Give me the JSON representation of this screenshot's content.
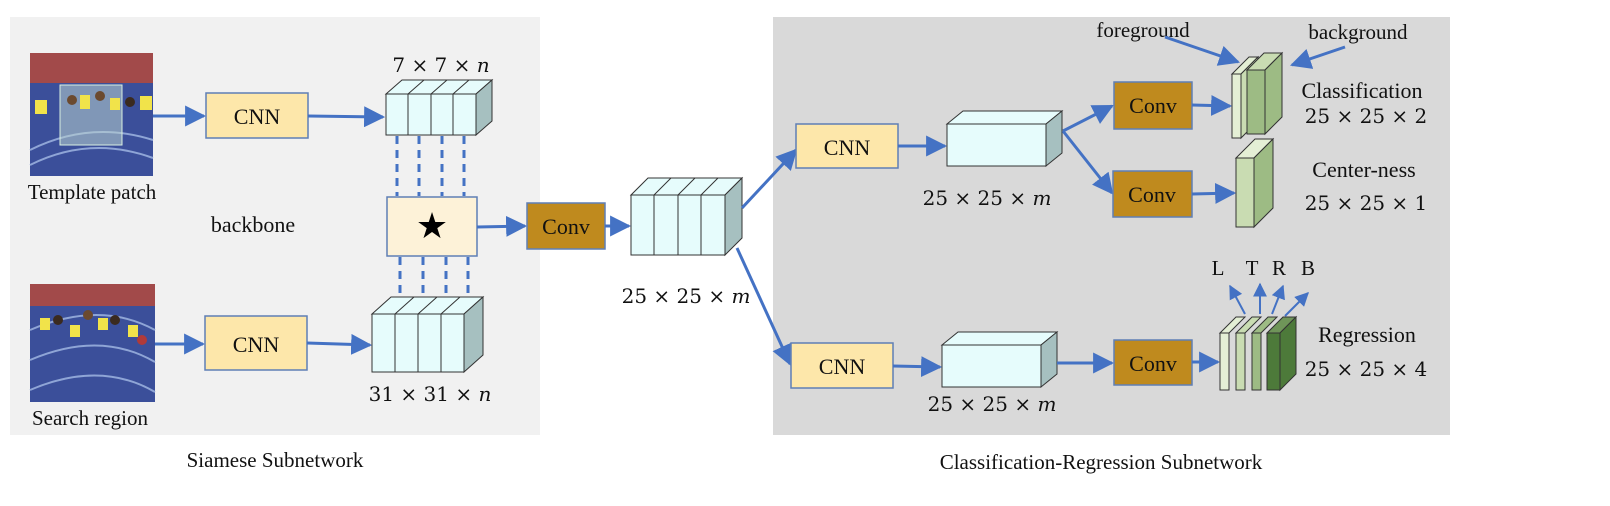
{
  "colors": {
    "panel_left": "#f1f1f1",
    "panel_right": "#d9d9d9",
    "cnn_fill": "#fde7aa",
    "conv_fill": "#bf8a1e",
    "tensor_fill": "#e6fcfc",
    "tensor_side": "#a6c0c0",
    "arrow": "#4472c4",
    "head_light": "#e4efd5",
    "head_mid": "#c9dcb2",
    "head_dark": "#9dbb84",
    "head_darkest": "#4d7a3a",
    "text": "#111111"
  },
  "siamese": {
    "template_caption": "Template patch",
    "search_caption": "Search region",
    "cnn_top": "CNN",
    "cnn_bottom": "CNN",
    "backbone_label": "backbone",
    "template_feature_size": "7 × 7 × 𝑛",
    "search_feature_size": "31 × 31 × 𝑛",
    "correlation_symbol": "★",
    "conv_label": "Conv",
    "merged_feature_size": "25 × 25 × 𝑚",
    "title": "Siamese Subnetwork"
  },
  "cls_reg": {
    "cnn_top": "CNN",
    "cnn_bottom": "CNN",
    "top_feature_size": "25 × 25 × 𝑚",
    "bottom_feature_size": "25 × 25 × 𝑚",
    "conv_cls": "Conv",
    "conv_ctr": "Conv",
    "conv_reg": "Conv",
    "foreground_label": "foreground",
    "background_label": "background",
    "classification_label": "Classification",
    "classification_size": "25 × 25 × 2",
    "centerness_label": "Center-ness",
    "centerness_size": "25 × 25 × 1",
    "regression_label": "Regression",
    "regression_size": "25 × 25 × 4",
    "ltrb": [
      "L",
      "T",
      "R",
      "B"
    ],
    "title": "Classification-Regression Subnetwork"
  }
}
